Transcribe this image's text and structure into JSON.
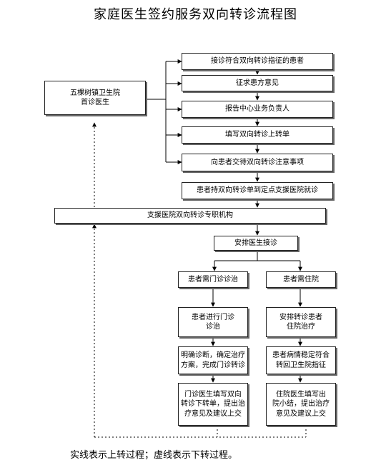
{
  "title": "家庭医生签约服务双向转诊流程图",
  "left_box": {
    "line1": "五棵树镇卫生院",
    "line2": "首诊医生"
  },
  "upward_steps": [
    "接诊符合双向转诊指征的患者",
    "征求患方意见",
    "报告中心业务负责人",
    "填写双向转诊上转单",
    "向患者交待双向转诊注意事项"
  ],
  "referral_step": "患者持双向转诊单到定点支援医院就诊",
  "support_unit": "支援医院双向转诊专职机构",
  "arrange": "安排医生接诊",
  "branches": {
    "outpatient": {
      "head": "患者需门诊诊治",
      "step1": "患者进行门诊\n诊治",
      "step2": "明确诊断，确定治疗\n方案，完成门诊转诊",
      "step3": "门诊医生填写双向\n转诊下转单，提出治\n疗意见及建议上交"
    },
    "inpatient": {
      "head": "患者需住院",
      "step1": "安排转诊患者\n住院治疗",
      "step2": "患者病情稳定符合\n转回卫生院指征",
      "step3": "住院医生填写出\n院小结，提出治疗\n意见及建议上交"
    }
  },
  "note": "实线表示上转过程；虚线表示下转过程。"
}
